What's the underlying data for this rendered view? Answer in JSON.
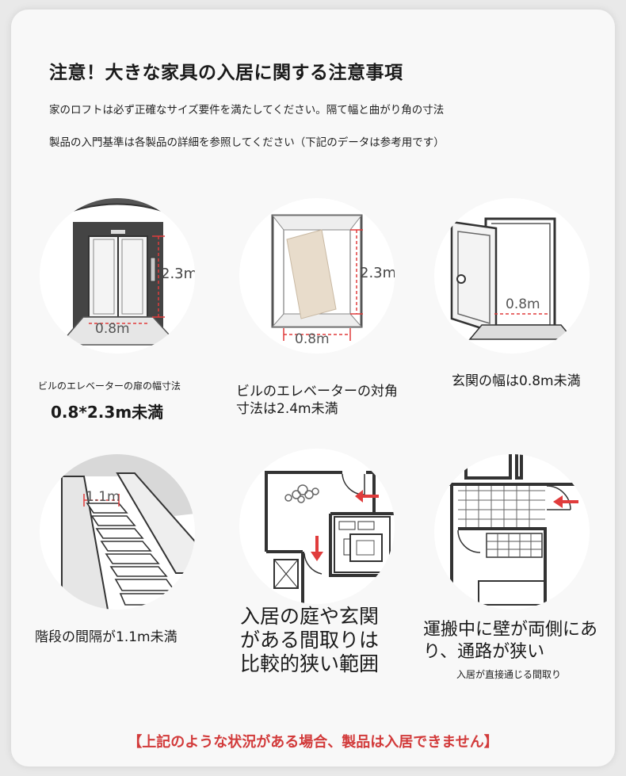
{
  "header": {
    "title": "注意！大きな家具の入居に関する注意事項",
    "line1": "家のロフトは必ず正確なサイズ要件を満たしてください。隔て幅と曲がり角の寸法",
    "line2": "製品の入門基準は各製品の詳細を参照してください（下記のデータは参考用です）"
  },
  "items": [
    {
      "icon": "elevator-door-icon",
      "dim_h": "2.3m",
      "dim_w": "0.8m",
      "caption_small": "ビルのエレベーターの扉の幅寸法",
      "caption_big": "0.8*2.3m未満"
    },
    {
      "icon": "elevator-diagonal-icon",
      "dim_h": "2.3m",
      "dim_w": "0.8m",
      "caption": "ビルのエレベーターの対角寸法は2.4m未満"
    },
    {
      "icon": "entrance-door-icon",
      "dim_w": "0.8m",
      "caption": "玄関の幅は0.8m未満"
    },
    {
      "icon": "staircase-icon",
      "dim_w": "1.1m",
      "caption": "階段の間隔が1.1m未満"
    },
    {
      "icon": "floor-plan-icon",
      "caption": "入居の庭や玄関がある間取りは比較的狭い範囲"
    },
    {
      "icon": "corridor-icon",
      "caption": "運搬中に壁が両側にあり、通路が狭い",
      "caption_small": "入居が直接通じる間取り"
    }
  ],
  "footer": {
    "warning": "【上記のような状況がある場合、製品は入居できません】"
  },
  "colors": {
    "accent": "#d23a3a",
    "dimension": "#e03c3c",
    "line": "#333333"
  }
}
